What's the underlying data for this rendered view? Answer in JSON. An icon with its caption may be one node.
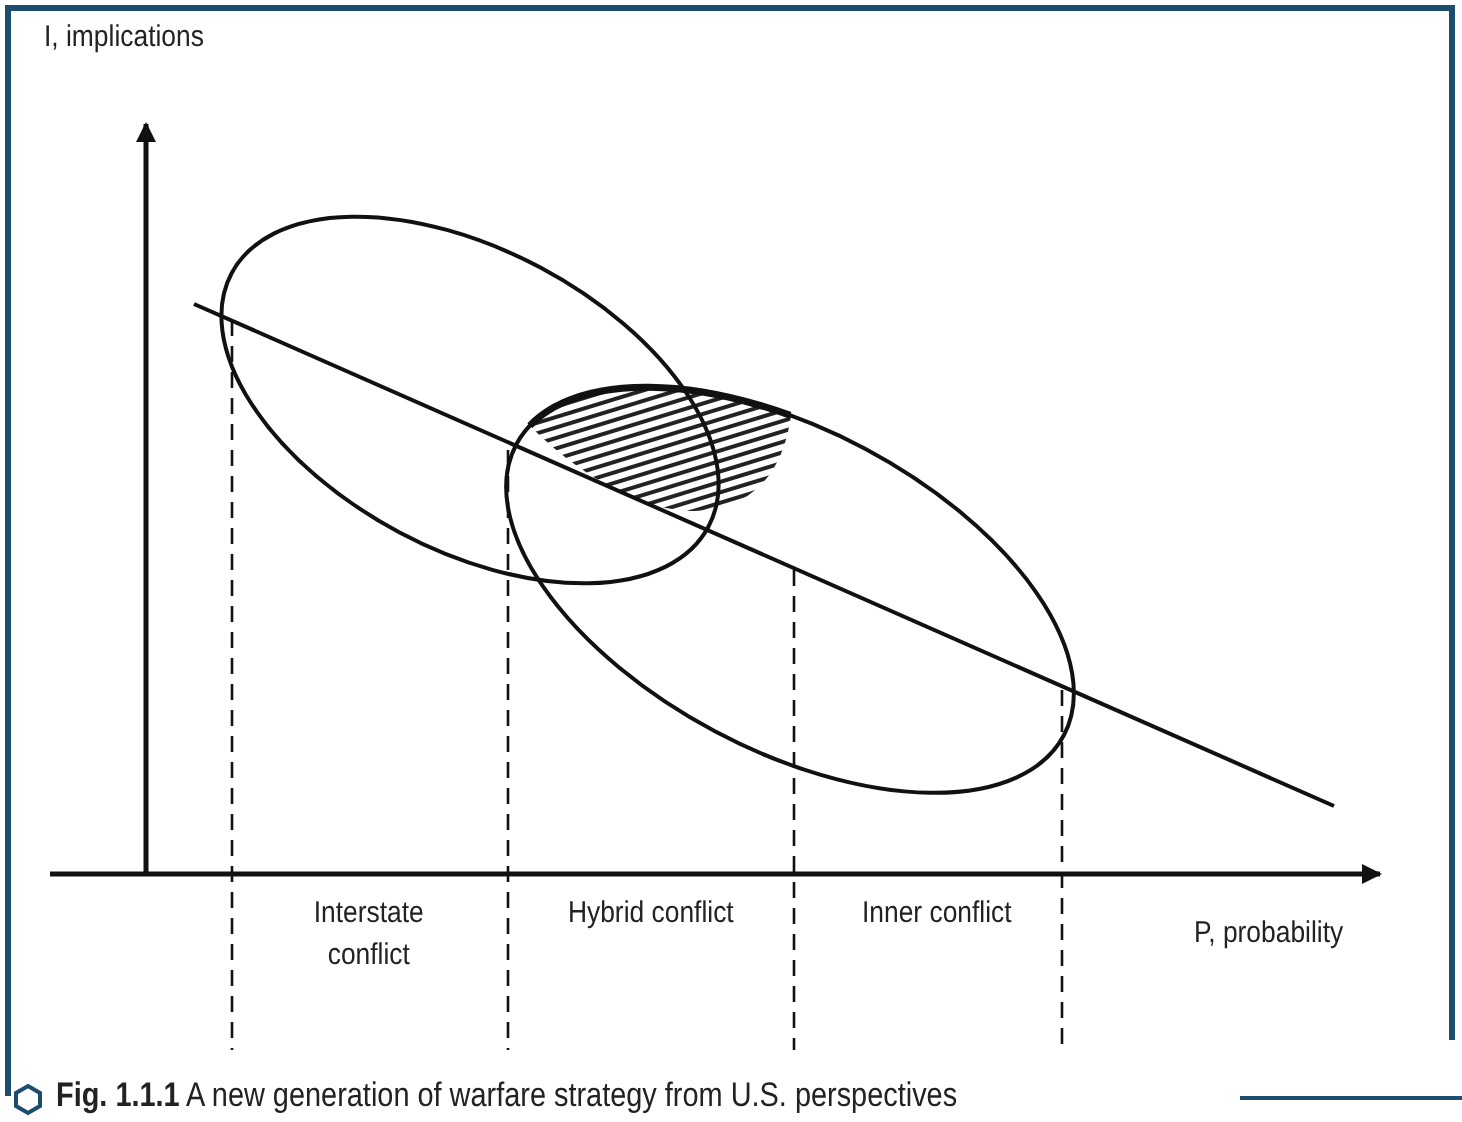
{
  "diagram": {
    "caption": "**Fig. 1.1.1** A new generation of warfare strategy from U.S. perspectives",
    "labels": [
      "I, implications",
      "Interstate conflict",
      "Hybrid conflict",
      "Inner conflict",
      "P, probability"
    ]
  }
}
